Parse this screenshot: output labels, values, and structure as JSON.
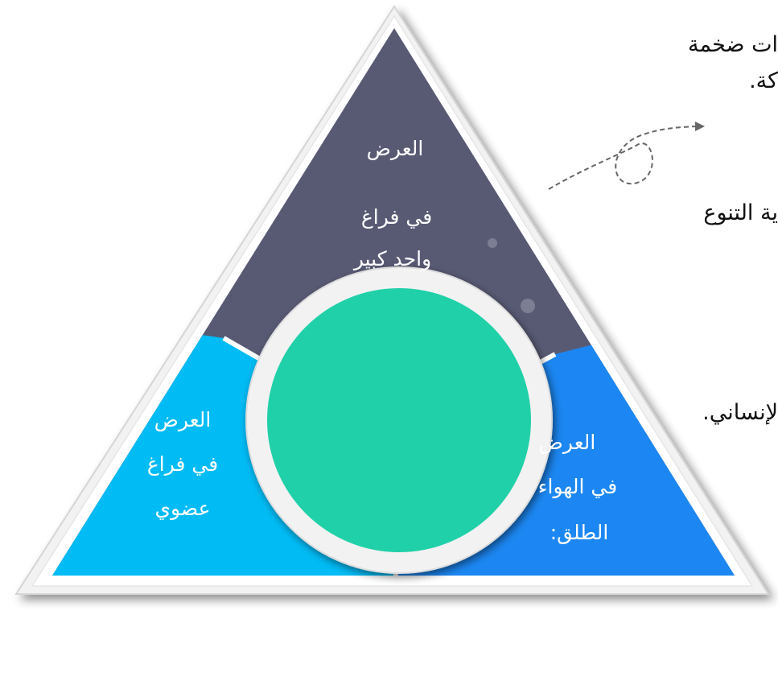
{
  "diagram": {
    "top_segment": {
      "title": "العرض",
      "line1": "في فراغ",
      "line2": "واحد كبير",
      "fill": "#585A74"
    },
    "left_segment": {
      "line1": "العرض",
      "line2": "في فراغ",
      "line3": "عضوي",
      "fill": "#00BBF4"
    },
    "right_segment": {
      "line1": "العرض",
      "line2": "في الهواء",
      "line3": "الطلق:",
      "fill": "#1C87F2"
    },
    "center_circle": {
      "fill": "#20D0A8"
    },
    "text_color_on_segments": "#FFFFFF"
  },
  "side_notes": {
    "line1": "ات ضخمة",
    "line2": "كة.",
    "line3": "ية التنوع",
    "line4": "لإنساني."
  }
}
